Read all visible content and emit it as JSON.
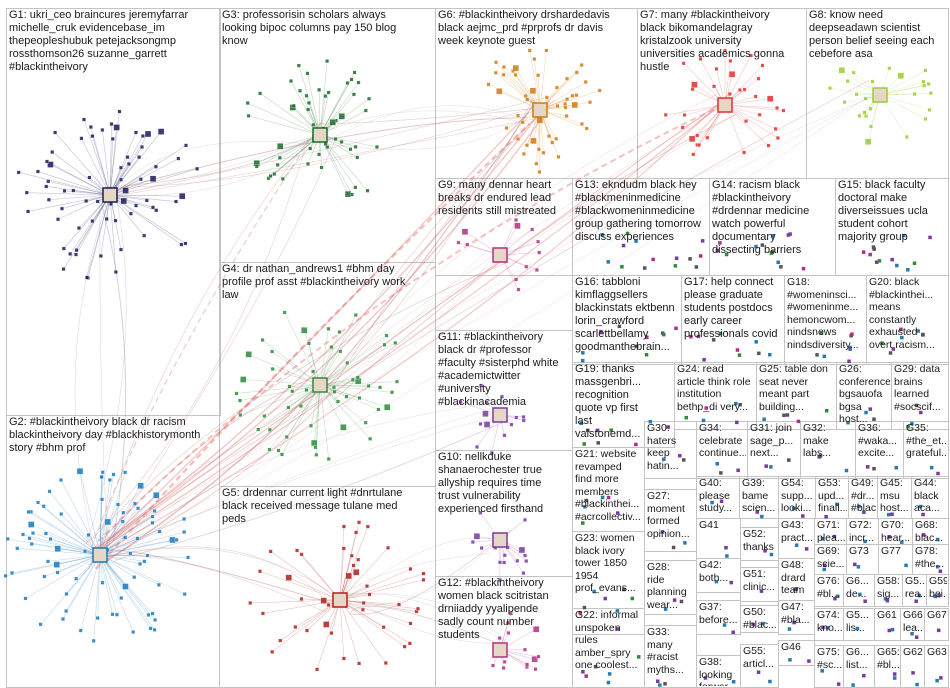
{
  "groups": [
    {
      "id": "G1",
      "label": "G1: ukri_ceo braincures jeremyfarrar\nmichelle_cruk evidencebase_im\nthepeopleshubuk petejacksongmp\nrossthomson26 suzanne_garrett\n#blackintheivory",
      "color": "#1b1b5c"
    },
    {
      "id": "G3",
      "label": "G3: professorisin scholars always\nlooking bipoc columns pay 150 blog\nknow",
      "color": "#1d6b2a"
    },
    {
      "id": "G6",
      "label": "G6: #blackintheivory drshardedavis\nblack aejmc_prd #prprofs dr davis\nweek keynote guest",
      "color": "#d07a10"
    },
    {
      "id": "G7",
      "label": "G7: many #blackintheivory\nblack bikomandelagray\nkristalzook university\nuniversities academics gonna\nhustle",
      "color": "#e03030"
    },
    {
      "id": "G8",
      "label": "G8: know need\ndeepseadawn scientist\nperson belief seeing each\ncebefore asa",
      "color": "#9acd32"
    },
    {
      "id": "G9",
      "label": "G9: many dennar heart\nbreaks dr endured lead\nresidents still mistreated",
      "color": "#b03080"
    },
    {
      "id": "G13",
      "label": "G13: ekndudm black hey\n#blackmeninmedicine\n#blackwomeninmedicine\ngroup gathering tomorrow\ndiscuss experiences",
      "color": "#2a7ab0"
    },
    {
      "id": "G14",
      "label": "G14: racism black\n#blackintheivory\n#drdennar medicine\nwatch powerful\ndocumentary\ndissecting barriers",
      "color": "#1d6b2a"
    },
    {
      "id": "G15",
      "label": "G15: black faculty\ndoctoral make\ndiverseissues ucla\nstudent cohort\nmajority group",
      "color": "#d07a10"
    },
    {
      "id": "G4",
      "label": "G4: dr nathan_andrews1 #bhm day\nprofile prof asst #blackintheivory work\nlaw",
      "color": "#2e8b3d"
    },
    {
      "id": "G16",
      "label": "G16: tabbloni\nkimflaggsellers\nblackinstats ektbenn\nlorin_crawford\nscarlettbellamy\ngoodmanthebrain...",
      "color": "#555555"
    },
    {
      "id": "G17",
      "label": "G17: help connect\nplease graduate\nstudents postdocs\nearly career\nprofessionals covid",
      "color": "#555555"
    },
    {
      "id": "G18",
      "label": "G18:\n#womeninsci...\n#womeninme...\nhemoncwom...\nnindsnews\nnindsdiversity...",
      "color": "#555555"
    },
    {
      "id": "G20",
      "label": "G20: black\n#blackinthei...\nmeans\nconstantly\nexhausted\novert racism...",
      "color": "#555555"
    },
    {
      "id": "G11",
      "label": "G11: #blackintheivory\nblack dr #professor\n#faculty #sisterphd white\n#academictwitter\n#university\n#blackinacademia",
      "color": "#7a3aa0"
    },
    {
      "id": "G19",
      "label": "G19: thanks\nmassgenbri...\nrecognition\nquote vp first\nlast\nvalstonemd...",
      "color": "#555555"
    },
    {
      "id": "G24",
      "label": "G24: read\narticle think role\ninstitution\nbethp_di very...",
      "color": "#555555"
    },
    {
      "id": "G25",
      "label": "G25: table don\nseat never\nmeant part\nbuilding...",
      "color": "#555555"
    },
    {
      "id": "G26",
      "label": "G26:\nconference\nbgsauofa\nbgsa host...",
      "color": "#555555"
    },
    {
      "id": "G29",
      "label": "G29: data\nbrains\nlearned\n#socscif...",
      "color": "#555555"
    },
    {
      "id": "G2",
      "label": "G2: #blackintheivory black dr racism\nblackintheivory day #blackhistorymonth\nstory #bhm prof",
      "color": "#1a7ac0"
    },
    {
      "id": "G30",
      "label": "G30:\nhaters\nkeep\nhatin...",
      "color": "#555555"
    },
    {
      "id": "G34",
      "label": "G34:\ncelebrate\ncontinue...",
      "color": "#555555"
    },
    {
      "id": "G31",
      "label": "G31: join\nsage_p...\nnext...",
      "color": "#555555"
    },
    {
      "id": "G32",
      "label": "G32:\nmake\nlabs...",
      "color": "#555555"
    },
    {
      "id": "G36",
      "label": "G36:\n#waka...\nexcite...",
      "color": "#555555"
    },
    {
      "id": "G35",
      "label": "G35:\n#the_et...\ngrateful...",
      "color": "#555555"
    },
    {
      "id": "G10",
      "label": "G10: nellkduke\nshanaerochester true\nallyship requires time\ntrust vulnerability\nexperienced firsthand",
      "color": "#7a3aa0"
    },
    {
      "id": "G21",
      "label": "G21: website\nrevamped\nfind more\nmembers\n#blackinthei...\n#acrcollectiv...",
      "color": "#555555"
    },
    {
      "id": "G40",
      "label": "G40:\nplease\nstudy...",
      "color": "#555555"
    },
    {
      "id": "G39",
      "label": "G39:\nbame\nscien...",
      "color": "#555555"
    },
    {
      "id": "G54",
      "label": "G54:\nsupp...\nlooki...",
      "color": "#555555"
    },
    {
      "id": "G53",
      "label": "G53:\nupd...\nfinall...",
      "color": "#555555"
    },
    {
      "id": "G49",
      "label": "G49:\n#dr...\n#blac...",
      "color": "#555555"
    },
    {
      "id": "G45",
      "label": "G45:\nmsu\nhost...",
      "color": "#555555"
    },
    {
      "id": "G44",
      "label": "G44:\nblack\naca...",
      "color": "#555555"
    },
    {
      "id": "G5",
      "label": "G5: drdennar current light #dnrtulane\nblack received message tulane med\npeds",
      "color": "#b02020"
    },
    {
      "id": "G27",
      "label": "G27:\nmoment\nformed\nopinion...",
      "color": "#555555"
    },
    {
      "id": "G41",
      "label": "G41",
      "color": "#555555"
    },
    {
      "id": "G52",
      "label": "G52:\nthanks",
      "color": "#555555"
    },
    {
      "id": "G43",
      "label": "G43:\npract...",
      "color": "#555555"
    },
    {
      "id": "G71",
      "label": "G71:\nplea...",
      "color": "#555555"
    },
    {
      "id": "G72",
      "label": "G72:\nincr...",
      "color": "#555555"
    },
    {
      "id": "G70",
      "label": "G70:\nhear...",
      "color": "#555555"
    },
    {
      "id": "G68",
      "label": "G68:\nblac...",
      "color": "#555555"
    },
    {
      "id": "G23",
      "label": "G23: women\nblack ivory\ntower 1850\n1954\nprof_evans...",
      "color": "#555555"
    },
    {
      "id": "G28",
      "label": "G28:\nride\nplanning\nwear...",
      "color": "#555555"
    },
    {
      "id": "G42",
      "label": "G42:\nboth...",
      "color": "#555555"
    },
    {
      "id": "G51",
      "label": "G51:\nclinic...",
      "color": "#555555"
    },
    {
      "id": "G48",
      "label": "G48:\ndrard\nteam",
      "color": "#555555"
    },
    {
      "id": "G69",
      "label": "G69:\nscie...",
      "color": "#555555"
    },
    {
      "id": "G73",
      "label": "G73",
      "color": "#555555"
    },
    {
      "id": "G77",
      "label": "G77",
      "color": "#555555"
    },
    {
      "id": "G78",
      "label": "G78:\n#the...",
      "color": "#555555"
    },
    {
      "id": "G12",
      "label": "G12: #blackintheivory\nwomen black scitristan\ndrniiaddy yyalipende\nsadly count number\nstudents",
      "color": "#b03080"
    },
    {
      "id": "G37",
      "label": "G37:\nbefore...",
      "color": "#555555"
    },
    {
      "id": "G50",
      "label": "G50:\n#blac...",
      "color": "#555555"
    },
    {
      "id": "G47",
      "label": "G47:\n#bla...",
      "color": "#555555"
    },
    {
      "id": "G76",
      "label": "G76:\n#bl...",
      "color": "#555555"
    },
    {
      "id": "G6b",
      "label": "G6...\nde...",
      "color": "#555555"
    },
    {
      "id": "G58",
      "label": "G58:\nsig...",
      "color": "#555555"
    },
    {
      "id": "G5b",
      "label": "G5...\nrea...",
      "color": "#555555"
    },
    {
      "id": "G59",
      "label": "G59:\nbei...",
      "color": "#555555"
    },
    {
      "id": "G22",
      "label": "G22: informal\nunspoken\nrules\namber_spry\none coolest...",
      "color": "#555555"
    },
    {
      "id": "G33",
      "label": "G33:\nmany\n#racist\nmyths...",
      "color": "#555555"
    },
    {
      "id": "G38",
      "label": "G38:\nlooking\nforwar...",
      "color": "#555555"
    },
    {
      "id": "G55",
      "label": "G55:\narticl...",
      "color": "#555555"
    },
    {
      "id": "G46",
      "label": "G46",
      "color": "#555555"
    },
    {
      "id": "G74",
      "label": "G74:\nkno...",
      "color": "#555555"
    },
    {
      "id": "G5c",
      "label": "G5...\nlis...",
      "color": "#555555"
    },
    {
      "id": "G61",
      "label": "G61",
      "color": "#555555"
    },
    {
      "id": "G66",
      "label": "G66:\nlea...",
      "color": "#555555"
    },
    {
      "id": "G67",
      "label": "G67",
      "color": "#555555"
    },
    {
      "id": "G75",
      "label": "G75:\n#sc...",
      "color": "#555555"
    },
    {
      "id": "G6c",
      "label": "G6...\nlist...",
      "color": "#555555"
    },
    {
      "id": "G65",
      "label": "G65:\n#bl...",
      "color": "#555555"
    },
    {
      "id": "G62",
      "label": "G62",
      "color": "#555555"
    },
    {
      "id": "G63",
      "label": "G63",
      "color": "#555555"
    }
  ]
}
